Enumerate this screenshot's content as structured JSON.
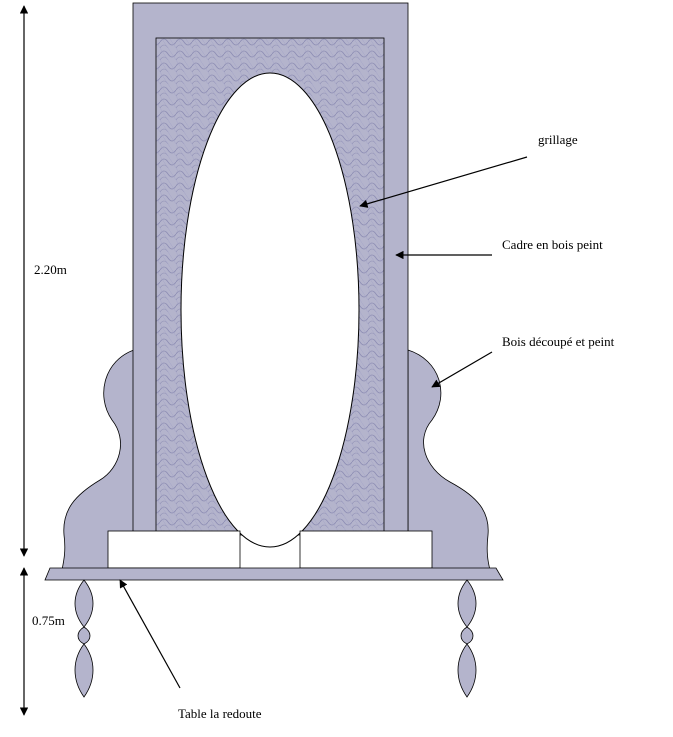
{
  "labels": {
    "grillage": "grillage",
    "cadre": "Cadre en bois peint",
    "bois": "Bois découpé et peint",
    "table": "Table la redoute",
    "height_upper": "2.20m",
    "height_lower": "0.75m"
  },
  "colors": {
    "wood": "#b4b4cc",
    "wood_stroke": "#000000",
    "mesh": "#8d8db3",
    "white": "#ffffff"
  }
}
